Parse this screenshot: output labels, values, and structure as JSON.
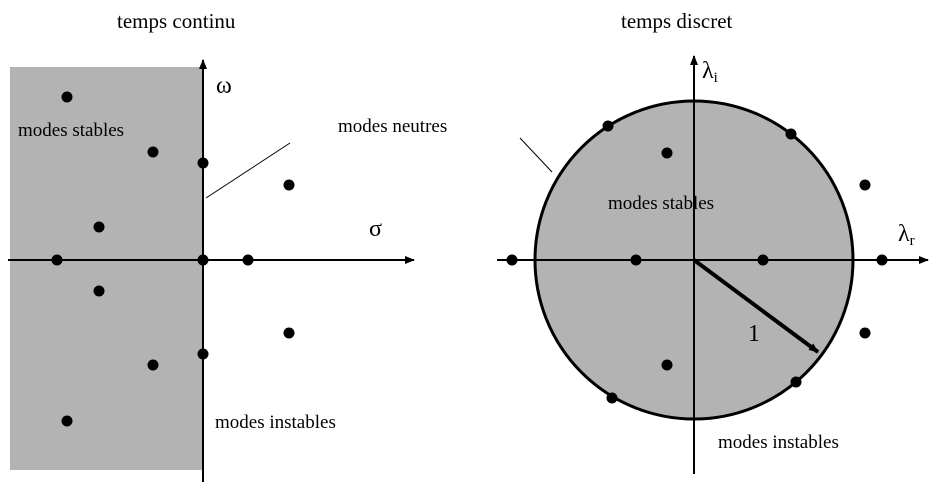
{
  "left_panel": {
    "title": "temps continu",
    "axis_x_label": "σ",
    "axis_y_label": "ω",
    "stable_label": "modes stables",
    "neutral_label": "modes neutres",
    "unstable_label": "modes instables"
  },
  "right_panel": {
    "title": "temps discret",
    "axis_x_label": "λ",
    "axis_x_sub": "r",
    "axis_y_label": "λ",
    "axis_y_sub": "i",
    "stable_label": "modes stables",
    "unstable_label": "modes instables",
    "radius_label": "1"
  },
  "colors": {
    "stable_region": "#b3b3b3",
    "ink": "#000000"
  }
}
